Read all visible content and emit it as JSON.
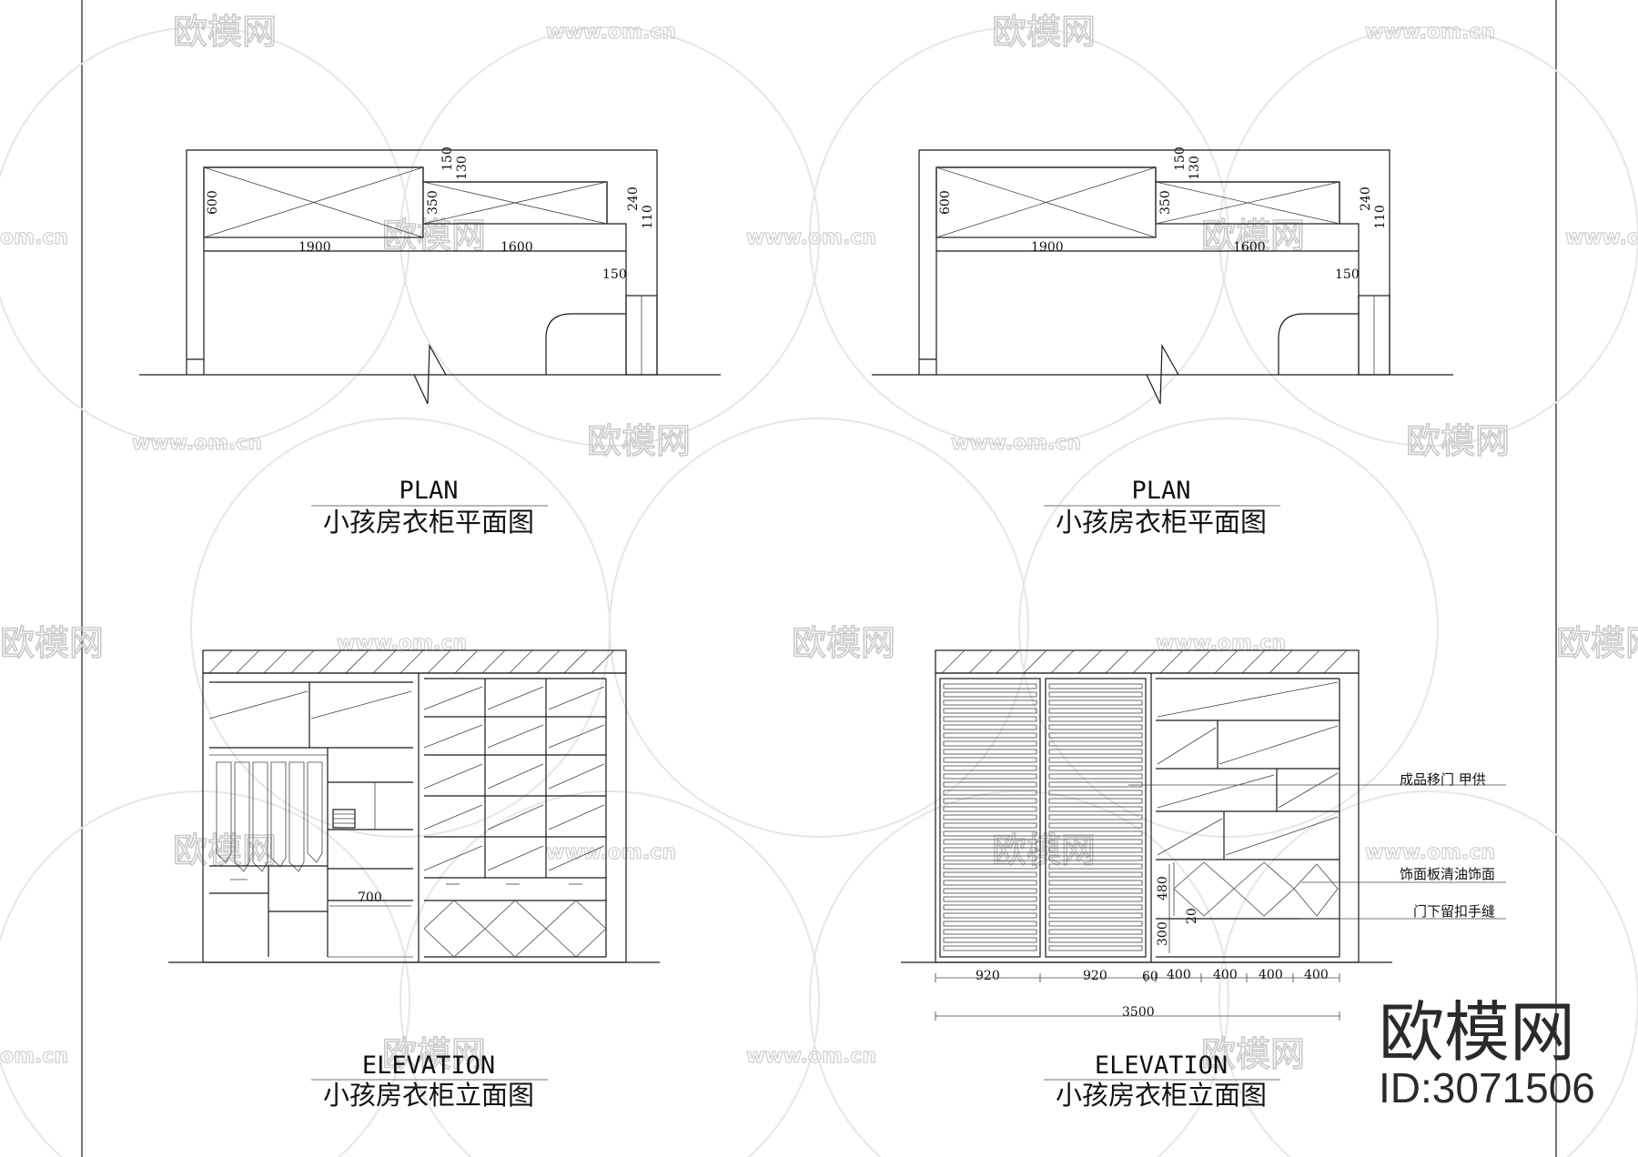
{
  "watermark": {
    "brand_text": "欧模网",
    "url_text": "www.om.cn",
    "url_fragment": "om.cn",
    "id_label": "ID:3071506"
  },
  "panels": {
    "plan_left": {
      "title_en": "PLAN",
      "title_cn": "小孩房衣柜平面图",
      "dims": [
        "600",
        "1900",
        "1600",
        "350",
        "150",
        "130",
        "240",
        "110",
        "150"
      ]
    },
    "plan_right": {
      "title_en": "PLAN",
      "title_cn": "小孩房衣柜平面图",
      "dims": [
        "600",
        "1900",
        "1600",
        "350",
        "150",
        "130",
        "240",
        "110",
        "150"
      ]
    },
    "elevation_left": {
      "title_en": "ELEVATION",
      "title_cn": "小孩房衣柜立面图",
      "dims": [
        "700"
      ]
    },
    "elevation_right": {
      "title_en": "ELEVATION",
      "title_cn": "小孩房衣柜立面图",
      "dims": [
        "920",
        "920",
        "60",
        "400",
        "400",
        "400",
        "400",
        "3500",
        "480",
        "20",
        "300"
      ],
      "notes": [
        "成品移门  甲供",
        "饰面板清油饰面",
        "门下留扣手缝"
      ]
    }
  }
}
